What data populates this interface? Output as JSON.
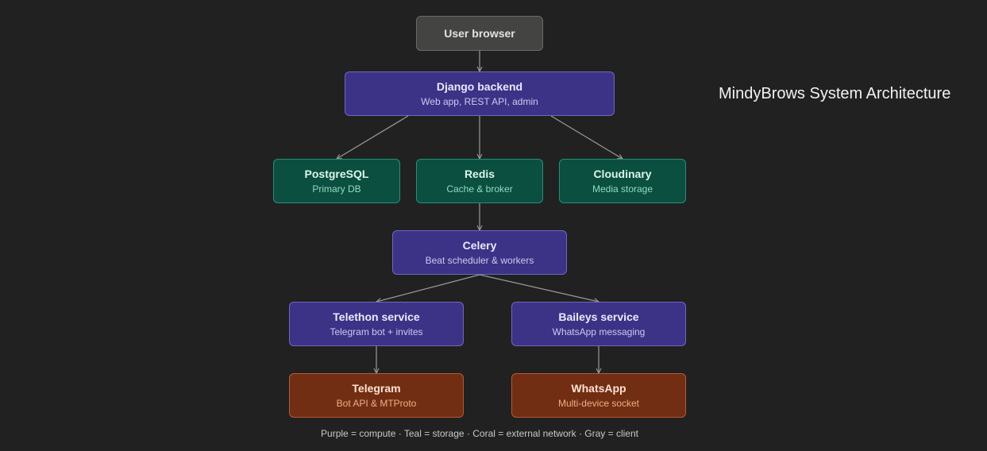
{
  "diagram": {
    "title": "MindyBrows System Architecture",
    "legend": "Purple = compute · Teal = storage · Coral = external network · Gray = client",
    "colors": {
      "compute": "#3c3386",
      "storage": "#0a4f3f",
      "external": "#722e12",
      "client": "#444442",
      "edge": "#9a9a96",
      "background": "#212121"
    },
    "nodes": {
      "browser": {
        "title": "User browser",
        "subtitle": ""
      },
      "django": {
        "title": "Django backend",
        "subtitle": "Web app, REST API, admin"
      },
      "postgres": {
        "title": "PostgreSQL",
        "subtitle": "Primary DB"
      },
      "redis": {
        "title": "Redis",
        "subtitle": "Cache & broker"
      },
      "cloudinary": {
        "title": "Cloudinary",
        "subtitle": "Media storage"
      },
      "celery": {
        "title": "Celery",
        "subtitle": "Beat scheduler & workers"
      },
      "telethon": {
        "title": "Telethon service",
        "subtitle": "Telegram bot + invites"
      },
      "baileys": {
        "title": "Baileys service",
        "subtitle": "WhatsApp messaging"
      },
      "telegram": {
        "title": "Telegram",
        "subtitle": "Bot API & MTProto"
      },
      "whatsapp": {
        "title": "WhatsApp",
        "subtitle": "Multi-device socket"
      }
    },
    "edges": [
      {
        "from": "browser",
        "to": "django"
      },
      {
        "from": "django",
        "to": "postgres"
      },
      {
        "from": "django",
        "to": "redis"
      },
      {
        "from": "django",
        "to": "cloudinary"
      },
      {
        "from": "redis",
        "to": "celery"
      },
      {
        "from": "celery",
        "to": "telethon"
      },
      {
        "from": "celery",
        "to": "baileys"
      },
      {
        "from": "telethon",
        "to": "telegram"
      },
      {
        "from": "baileys",
        "to": "whatsapp"
      }
    ]
  }
}
